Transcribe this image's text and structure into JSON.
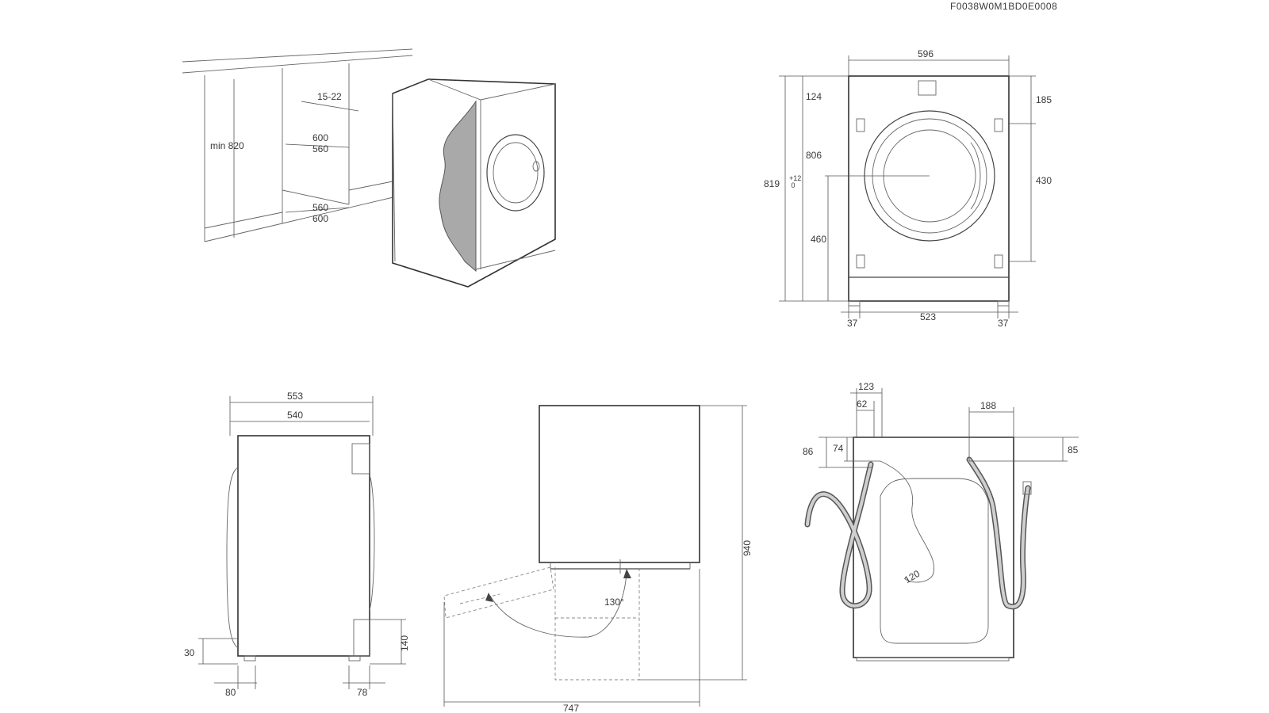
{
  "document_code": "F0038W0M1BD0E0008",
  "installation_view": {
    "min_height_label": "min 820",
    "gap_label": "15-22",
    "width_range_top": [
      "600",
      "560"
    ],
    "width_range_bottom": [
      "560",
      "600"
    ]
  },
  "front_view": {
    "width": "596",
    "top_offset": "124",
    "total_height": "819",
    "total_height_tolerance": "+12\n 0",
    "inner_height": "806",
    "door_center_height": "460",
    "right_top": "185",
    "right_hinge_span": "430",
    "bottom_left": "37",
    "bottom_center": "523",
    "bottom_right": "37"
  },
  "side_view": {
    "depth_total": "553",
    "depth_body": "540",
    "foot_height": "30",
    "foot_offset": "80",
    "rear_offset": "78",
    "rear_step_height": "140"
  },
  "door_view": {
    "height": "940",
    "door_angle": "130°",
    "depth_open": "747"
  },
  "rear_view": {
    "left_top_a": "123",
    "left_top_b": "62",
    "right_top": "188",
    "left_side_a": "86",
    "left_side_b": "74",
    "right_side": "85",
    "cable_label": "120"
  }
}
